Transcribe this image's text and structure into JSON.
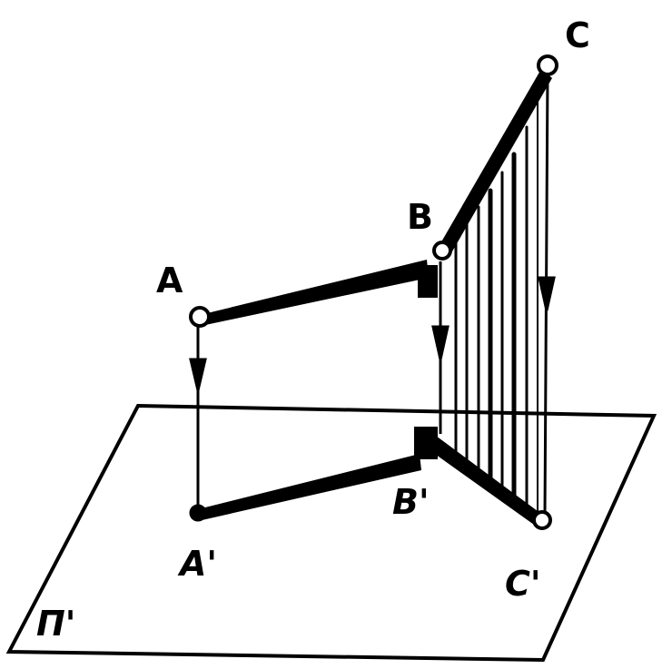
{
  "labels": {
    "A": "A",
    "B": "B",
    "C": "C",
    "A_proj": "A'",
    "B_proj": "B'",
    "C_proj": "C'",
    "plane": "П'"
  },
  "colors": {
    "ink": "#000000",
    "background": "#ffffff"
  }
}
